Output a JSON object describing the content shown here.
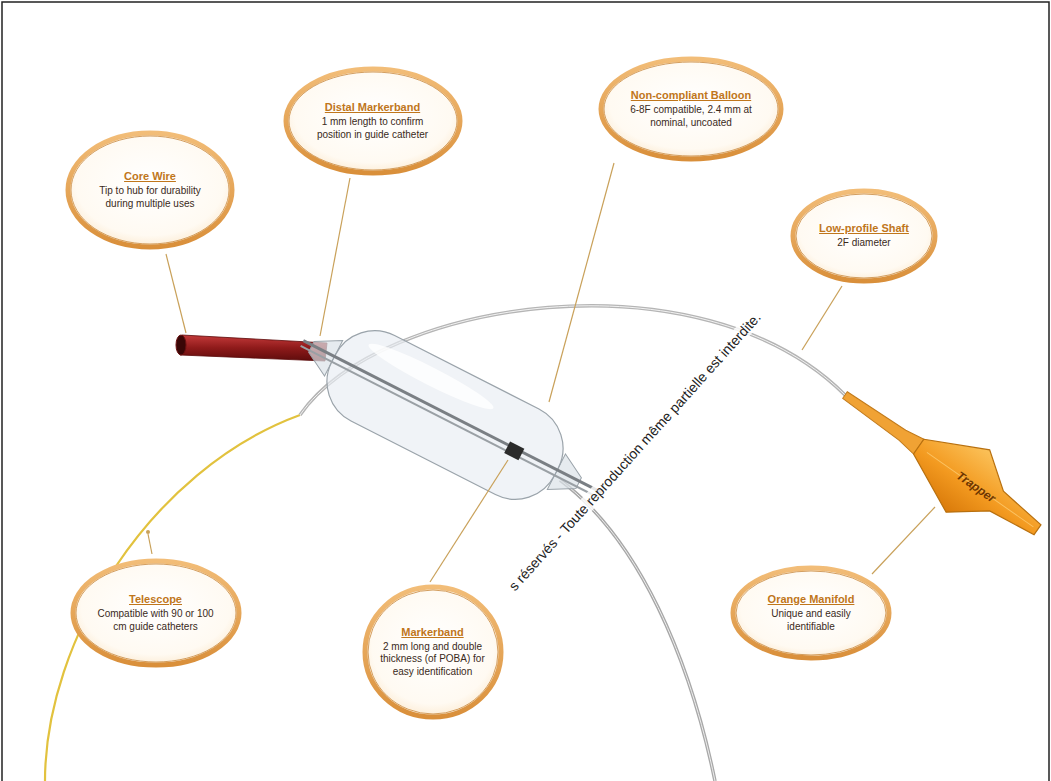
{
  "diagram": {
    "nodes": [
      {
        "text": [
          "Core Wire",
          "Tip to hub for durability during multiple uses"
        ]
      },
      {
        "text": [
          "Distal Markerband",
          "1 mm length to confirm position in guide catheter"
        ]
      },
      {
        "text": [
          "Non-compliant Balloon",
          "6-8F compatible, 2.4 mm at nominal, uncoated"
        ]
      },
      {
        "text": [
          "Low-profile Shaft",
          "2F diameter"
        ]
      },
      {
        "text": [
          "Telescope",
          "Compatible with 90 or 100 cm guide catheters"
        ]
      },
      {
        "text": [
          "Markerband",
          "2 mm long and double thickness (of POBA) for easy identification"
        ]
      },
      {
        "text": [
          "Orange Manifold",
          "Unique and easily identifiable"
        ]
      }
    ],
    "edges": [],
    "labels": [
      "s réservés - Toute reproduction même partielle est interdite.",
      "Trapper"
    ]
  }
}
